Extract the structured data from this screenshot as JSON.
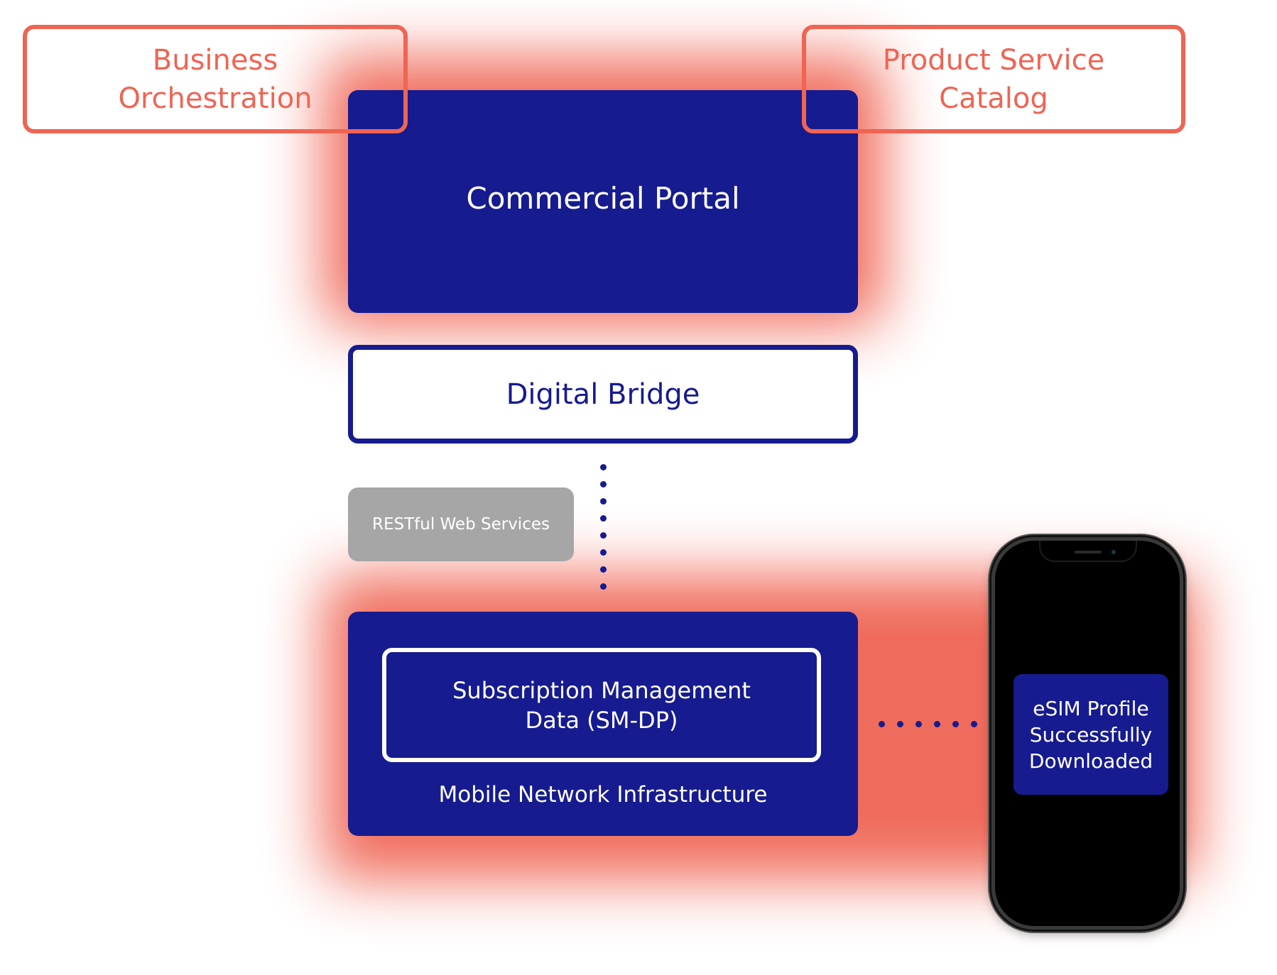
{
  "nodes": {
    "business_orchestration": "Business\nOrchestration",
    "product_service_catalog": "Product Service\nCatalog",
    "commercial_portal": "Commercial Portal",
    "digital_bridge": "Digital Bridge",
    "restful_web_services": "RESTful Web Services",
    "sm_dp": "Subscription Management\nData (SM-DP)",
    "mobile_network_infrastructure": "Mobile Network Infrastructure",
    "esim_status": "eSIM Profile\nSuccessfully\nDownloaded"
  },
  "colors": {
    "navy": "#161b8f",
    "coral": "#ef6453",
    "gray": "#a6a6a6",
    "white": "#ffffff"
  }
}
